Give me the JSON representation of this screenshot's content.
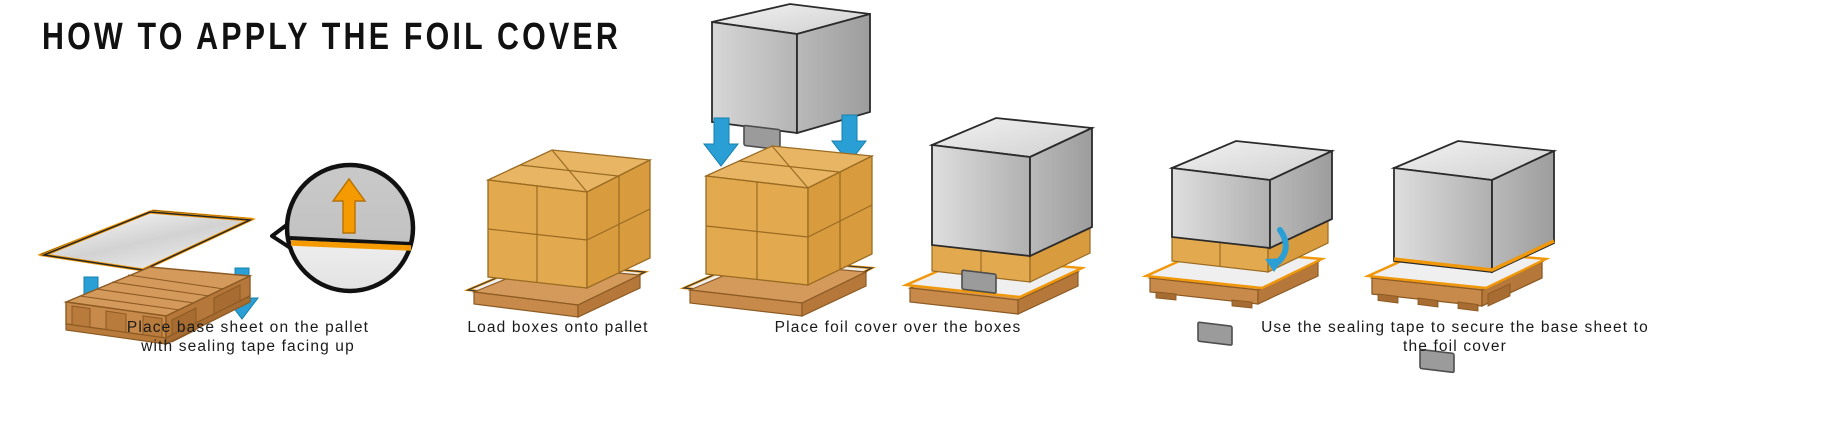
{
  "header": {
    "title": "HOW TO APPLY THE FOIL COVER"
  },
  "steps": [
    {
      "id": "step-1",
      "caption": "Place base sheet on the pallet\nwith sealing tape facing up",
      "elements": [
        "base-sheet",
        "pallet",
        "down-arrow-left",
        "down-arrow-right",
        "magnifier-callout",
        "tape-up-arrow"
      ]
    },
    {
      "id": "step-2",
      "caption": "Load boxes onto pallet",
      "elements": [
        "box-stack",
        "base-sheet",
        "pallet"
      ]
    },
    {
      "id": "step-3",
      "caption": "Place foil cover over the boxes",
      "elements": [
        "foil-cover",
        "down-arrow-left",
        "down-arrow-right",
        "box-stack",
        "base-sheet",
        "pallet"
      ]
    },
    {
      "id": "step-4",
      "caption": "Use the sealing tape to secure the base sheet to the foil cover",
      "elements": [
        "foil-cover-over-boxes",
        "curved-tape-arrow",
        "sealed-pallet"
      ]
    }
  ],
  "colors": {
    "carton": "#e2a94e",
    "carton_shade": "#d89b3e",
    "carton_top": "#e8b564",
    "wood": "#c88a4a",
    "wood_dark": "#a86c33",
    "wood_light": "#dda濃",
    "foil_light": "#e8e8e8",
    "foil_mid": "#c6c6c6",
    "foil_dark": "#a9a9a9",
    "tape_orange": "#f59a00",
    "arrow_blue": "#2a9fd6",
    "outline": "#1a1a1a",
    "label_gray": "#9b9b9b",
    "text": "#1a1a1a"
  },
  "icons": {
    "down_arrow": "arrow-down-icon",
    "up_arrow": "arrow-up-icon",
    "curved_arrow": "arrow-curved-icon",
    "magnifier": "magnifier-callout-icon"
  }
}
